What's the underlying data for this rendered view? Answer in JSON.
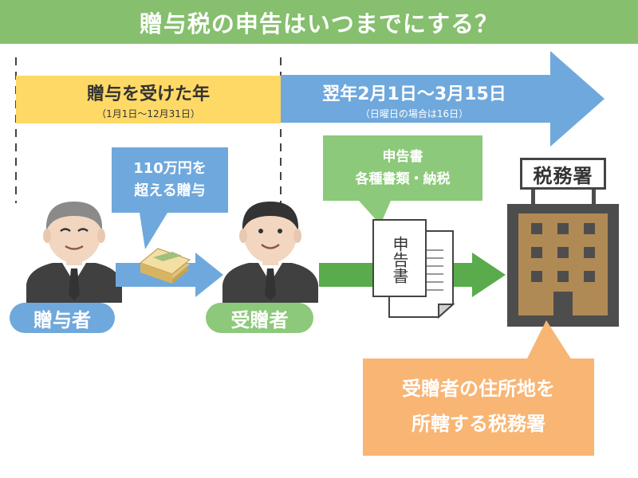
{
  "title": "贈与税の申告はいつまでにする？",
  "period": {
    "label": "贈与を受けた年",
    "sub": "（1月1日～12月31日）"
  },
  "deadline": {
    "label": "翌年2月1日～3月15日",
    "sub": "（日曜日の場合は16日）"
  },
  "gift_callout": [
    "110万円を",
    "超える贈与"
  ],
  "docs_callout": [
    "申告書",
    "各種書類・納税"
  ],
  "donor_label": "贈与者",
  "recipient_label": "受贈者",
  "document_title": "申告書",
  "tax_office_sign": "税務署",
  "office_callout": [
    "受贈者の住所地を",
    "所轄する税務署"
  ],
  "colors": {
    "title_bg": "#86bf6e",
    "period_yellow": "#ffd966",
    "blue": "#6fa8dc",
    "green": "#8cc97a",
    "orange": "#f8b574",
    "building_brown": "#b08a55",
    "building_dark": "#4d4d4d"
  }
}
